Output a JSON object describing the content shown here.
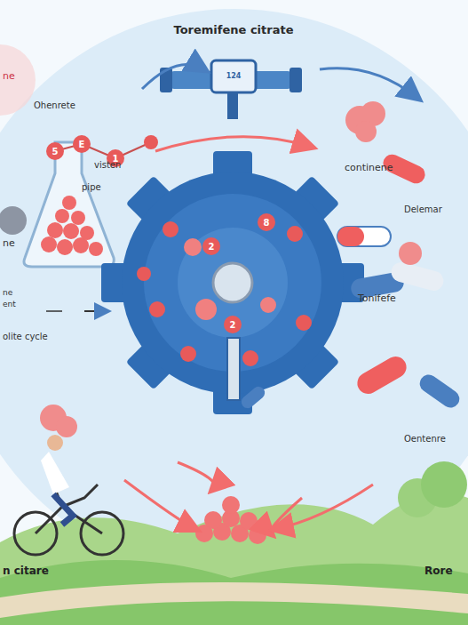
{
  "diagram": {
    "title": "Toremifene citrate",
    "labels": [
      "ne",
      "Ohenrete",
      "visten",
      "pipe",
      "continene",
      "ne",
      "Delemar",
      "ne",
      "ent",
      "olite cycle",
      "Tonifefe",
      "Oentenre",
      "n citare",
      "Rore",
      "124",
      "5",
      "E",
      "1",
      "2",
      "2",
      "8"
    ]
  }
}
